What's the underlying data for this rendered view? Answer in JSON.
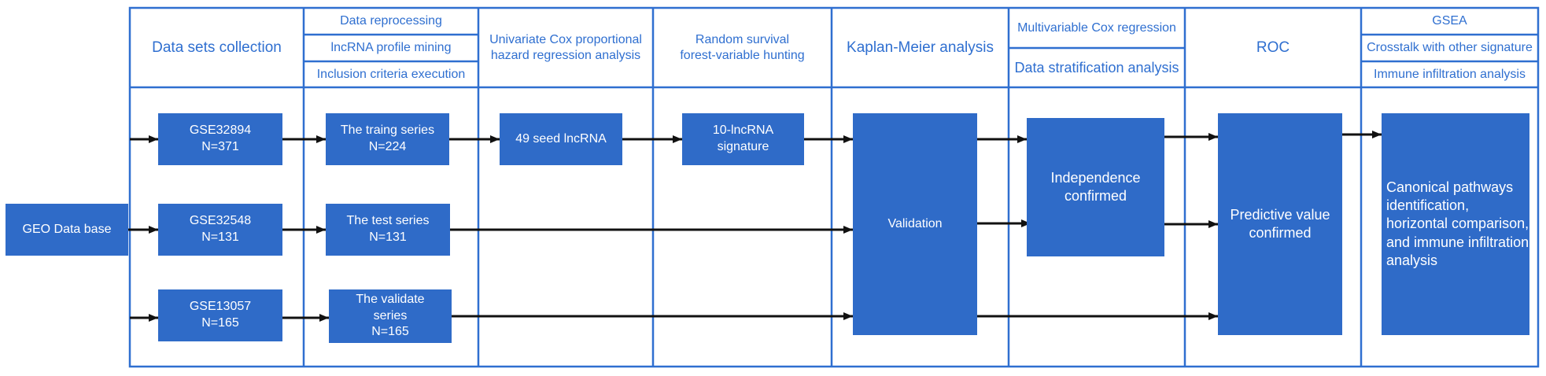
{
  "headers": {
    "collection": "Data sets collection",
    "reprocessing": "Data reprocessing",
    "lncrna_mining": "lncRNA profile mining",
    "inclusion": "Inclusion criteria execution",
    "univariate": "Univariate Cox proportional\nhazard regression analysis",
    "random_survival": "Random survival\nforest-variable hunting",
    "kaplan_meier": "Kaplan-Meier analysis",
    "multivariable": "Multivariable Cox regression",
    "stratification": "Data stratification analysis",
    "roc": "ROC",
    "gsea": "GSEA",
    "crosstalk": "Crosstalk with other signature",
    "immune": "Immune infiltration analysis"
  },
  "nodes": {
    "geo": "GEO Data base",
    "gse32894": "GSE32894\nN=371",
    "gse32548": "GSE32548\nN=131",
    "gse13057": "GSE13057\nN=165",
    "training": "The traing series\nN=224",
    "test": "The test series\nN=131",
    "validate": "The validate\nseries\nN=165",
    "seed": "49 seed lncRNA",
    "signature": "10-lncRNA\nsignature",
    "validation": "Validation",
    "independence": "Independence\nconfirmed",
    "predictive": "Predictive value\nconfirmed",
    "canonical": "Canonical pathways\n identification,\nhorizontal comparison,\nand immune infiltration\nanalysis"
  },
  "colors": {
    "border": "#2f6fd0",
    "node_fill": "#2f6bc8",
    "header_text": "#2f6fd0",
    "arrow": "#111111"
  }
}
